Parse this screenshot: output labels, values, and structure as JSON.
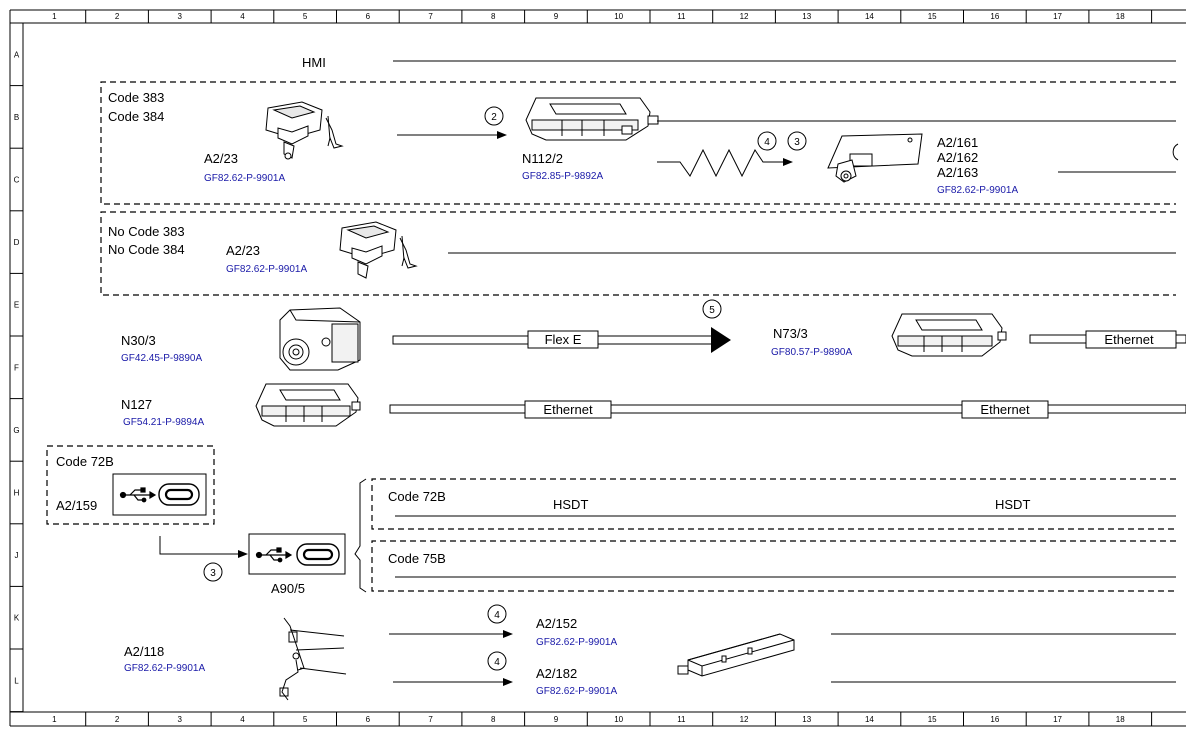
{
  "grid": {
    "columns": [
      "1",
      "2",
      "3",
      "4",
      "5",
      "6",
      "7",
      "8",
      "9",
      "10",
      "11",
      "12",
      "13",
      "14",
      "15",
      "16",
      "17",
      "18"
    ],
    "rows": [
      "A",
      "B",
      "C",
      "D",
      "E",
      "F",
      "G",
      "H",
      "J",
      "K",
      "L"
    ]
  },
  "labels": {
    "hmi": "HMI",
    "code_383": "Code 383",
    "code_384": "Code 384",
    "a2_23_top": "A2/23",
    "a2_23_top_ref": "GF82.62-P-9901A",
    "n112_2": "N112/2",
    "n112_2_ref": "GF82.85-P-9892A",
    "a2_161": "A2/161",
    "a2_162": "A2/162",
    "a2_163": "A2/163",
    "a2_161_ref": "GF82.62-P-9901A",
    "no_code_383": "No Code 383",
    "no_code_384": "No Code 384",
    "a2_23_mid": "A2/23",
    "a2_23_mid_ref": "GF82.62-P-9901A",
    "n30_3": "N30/3",
    "n30_3_ref": "GF42.45-P-9890A",
    "flex_e": "Flex E",
    "n73_3": "N73/3",
    "n73_3_ref": "GF80.57-P-9890A",
    "ethernet_1": "Ethernet",
    "n127": "N127",
    "n127_ref": "GF54.21-P-9894A",
    "ethernet_2": "Ethernet",
    "ethernet_3": "Ethernet",
    "code_72b_a": "Code 72B",
    "a2_159": "A2/159",
    "a90_5": "A90/5",
    "code_72b_b": "Code 72B",
    "hsdt_1": "HSDT",
    "hsdt_2": "HSDT",
    "code_75b": "Code 75B",
    "a2_118": "A2/118",
    "a2_118_ref": "GF82.62-P-9901A",
    "a2_152": "A2/152",
    "a2_152_ref": "GF82.62-P-9901A",
    "a2_182": "A2/182",
    "a2_182_ref": "GF82.62-P-9901A"
  },
  "callouts": {
    "c2": "2",
    "c4a": "4",
    "c3a": "3",
    "c5": "5",
    "c3b": "3",
    "c4b": "4",
    "c4c": "4"
  },
  "colors": {
    "reference_link": "#1a1aa8",
    "line": "#000000"
  },
  "icons": [
    "camera-module-icon",
    "control-unit-icon",
    "antenna-module-icon",
    "stereo-camera-icon",
    "usb-icon",
    "usb-c-port-icon",
    "antenna-bar-icon",
    "resistor-zigzag-icon"
  ]
}
